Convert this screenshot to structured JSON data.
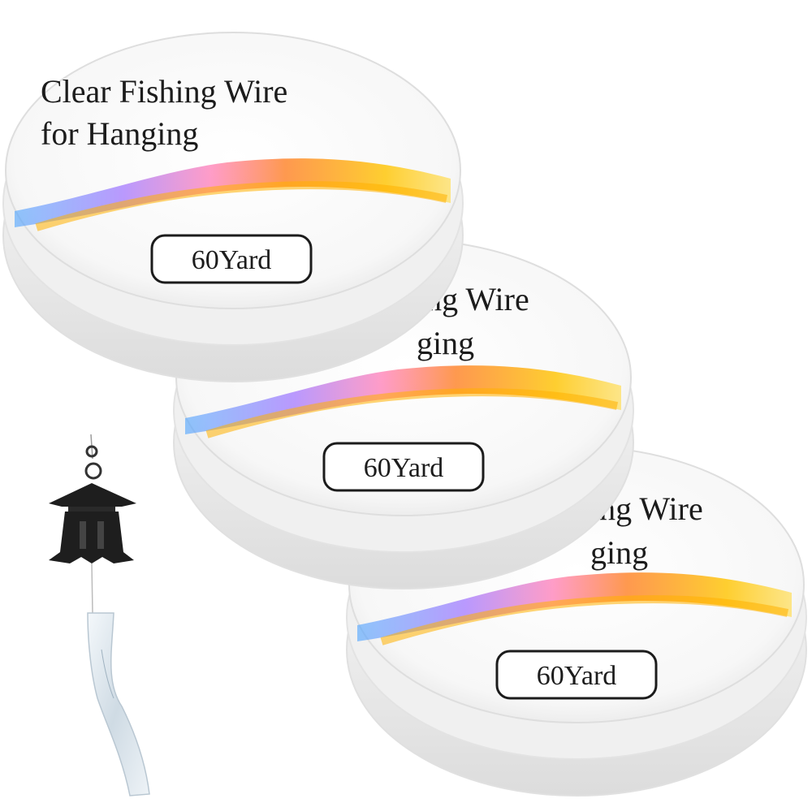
{
  "product": {
    "label_line1": "Clear Fishing Wire",
    "label_line2": "for Hanging",
    "partial_line1": "ing Wire",
    "partial_line2": "ging",
    "length_badge": "60Yard"
  },
  "colors": {
    "background": "#ffffff",
    "spool_plastic": "#f2f2f2",
    "badge_border": "#1c1c1c",
    "swirl_yellow": "#ffc400",
    "swirl_orange": "#ff7a1a",
    "swirl_pink": "#ff6fae",
    "swirl_purple": "#9b6bff",
    "swirl_blue": "#4aa3ff",
    "wind_chime_metal": "#1e1e1e"
  },
  "icons": {
    "decoration": "wind-chime-icon"
  }
}
